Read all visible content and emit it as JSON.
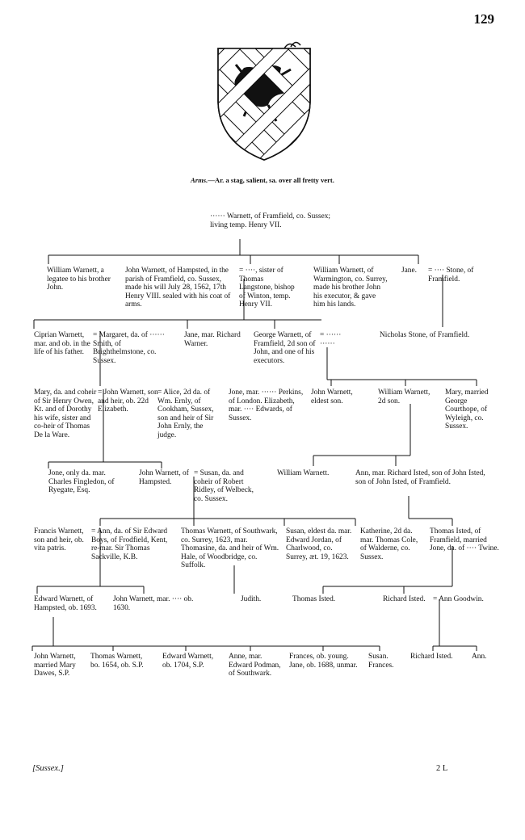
{
  "page_number": "129",
  "arms": {
    "label": "Arms.",
    "text": "—Ar. a stag, salient, sa. over all fretty vert."
  },
  "persons": {
    "root": "······ Warnett, of Framfield, co. Sussex; living temp. Henry VII.",
    "g1_william": "William Warnett, a legatee to his brother John.",
    "g1_john": "John Warnett, of Hampsted, in the parish of Framfield, co. Sussex, made his will July 28, 1562, 17th Henry VIII. sealed with his coat of arms.",
    "g1_sister": "= ····, sister of Thomas Langstone, bishop of Winton, temp. Henry VII.",
    "g1_william_warmington": "William Warnett, of Warmington, co. Surrey, made his brother John his executor, & gave him his lands.",
    "g1_jane": "Jane.",
    "g1_stone": "= ···· Stone, of Framfield.",
    "g2_ciprian": "Ciprian Warnett, mar. and ob. in the life of his father.",
    "g2_margaret": "= Margaret, da. of ······ Smith, of Brighthelmstone, co. Sussex.",
    "g2_jane": "Jane, mar. Richard Warner.",
    "g2_george": "George Warnett, of Framfield, 2d son of John, and one of his executors.",
    "g2_george_wife": "= ······\n······",
    "g2_nicholas": "Nicholas Stone, of Framfield.",
    "g3_mary_owen": "Mary, da. and coheir of Sir Henry Owen, Kt. and of Dorothy his wife, sister and co-heir of Thomas De la Ware.",
    "g3_john": "= John Warnett, son and heir, ob. 22d Elizabeth.",
    "g3_alice": "= Alice, 2d da. of Wm. Ernly, of Cookham, Sussex, son and heir of Sir John Ernly, the judge.",
    "g3_jone_perkins": "Jone, mar. ······ Perkins, of London. Elizabeth, mar. ···· Edwards, of Sussex.",
    "g3_john_eldest": "John Warnett, eldest son.",
    "g3_william": "William Warnett, 2d son.",
    "g3_mary_courthope": "Mary, married George Courthope, of Wyleigh, co. Sussex.",
    "g4_jone_fingledon": "Jone, only da. mar. Charles Fingledon, of Ryegate, Esq.",
    "g4_john_hampsted": "John Warnett, of Hampsted.",
    "g4_susan": "= Susan, da. and coheir of Robert Ridley, of Welbeck, co. Sussex.",
    "g4_william": "William Warnett.",
    "g4_ann_isted": "Ann, mar. Richard Isted, son of John Isted, son of John Isted, of Framfield.",
    "g5_francis": "Francis Warnett, son and heir, ob. vita patris.",
    "g5_ann_boys": "= Ann, da. of Sir Edward Boys, of Frodfield, Kent, re-mar. Sir Thomas Sackville, K.B.",
    "g5_thomas": "Thomas Warnett, of Southwark, co. Surrey, 1623, mar. Thomasine, da. and heir of Wm. Hale, of Woodbridge, co. Suffolk.",
    "g5_susan": "Susan, eldest da. mar. Edward Jordan, of Charlwood, co. Surrey, æt. 19, 1623.",
    "g5_katherine": "Katherine, 2d da. mar. Thomas Cole, of Walderne, co. Sussex.",
    "g5_thomas_isted": "Thomas Isted, of Framfield, married Jone, da. of ···· Twine.",
    "g6_edward": "Edward Warnett, of Hampsted, ob. 1693.",
    "g6_john": "John Warnett, mar. ···· ob. 1630.",
    "g6_judith": "Judith.",
    "g6_thomas_isted": "Thomas Isted.",
    "g6_richard_isted": "Richard Isted.",
    "g6_ann_goodwin": "= Ann Goodwin.",
    "g7_john": "John Warnett, married Mary Dawes, S.P.",
    "g7_thomas": "Thomas Warnett, bo. 1654, ob. S.P.",
    "g7_edward": "Edward Warnett, ob. 1704, S.P.",
    "g7_anne": "Anne, mar. Edward Podman, of Southwark.",
    "g7_frances": "Frances, ob. young. Jane, ob. 1688, unmar.",
    "g7_susan": "Susan. Frances.",
    "g7_richard": "Richard Isted.",
    "g7_ann": "Ann."
  },
  "footer": {
    "left": "[Sussex.]",
    "right": "2 L"
  }
}
